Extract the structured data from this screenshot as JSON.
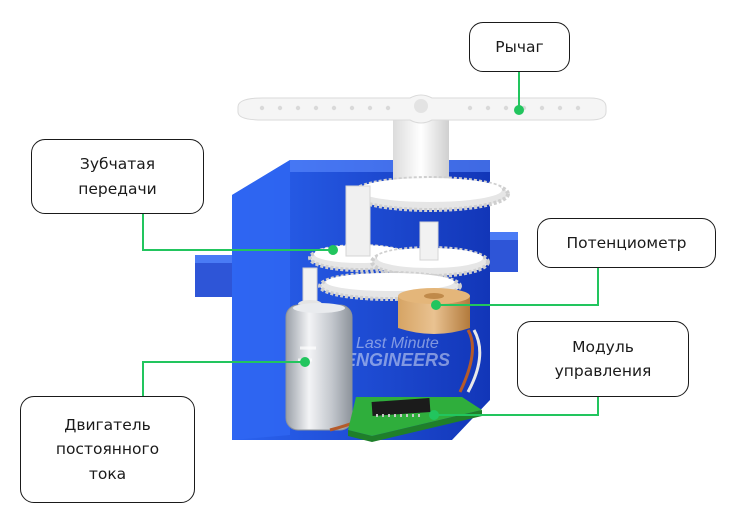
{
  "colors": {
    "accent": "#22c55e",
    "servo_body": "#1f4fe0",
    "gear": "#f2f2f2",
    "motor": "#c9ccd1",
    "pot": "#c8924f",
    "pcb": "#2fae3c",
    "label_border": "#1a1a1a"
  },
  "labels": {
    "arm": [
      "Рычаг"
    ],
    "gears": [
      "Зубчатая",
      "передачи"
    ],
    "pot": [
      "Потенциометр"
    ],
    "control": [
      "Модуль",
      "управления"
    ],
    "motor": [
      "Двигатель",
      "постоянного",
      "тока"
    ]
  },
  "watermark": [
    "Last Minute",
    "ENGINEERS"
  ]
}
